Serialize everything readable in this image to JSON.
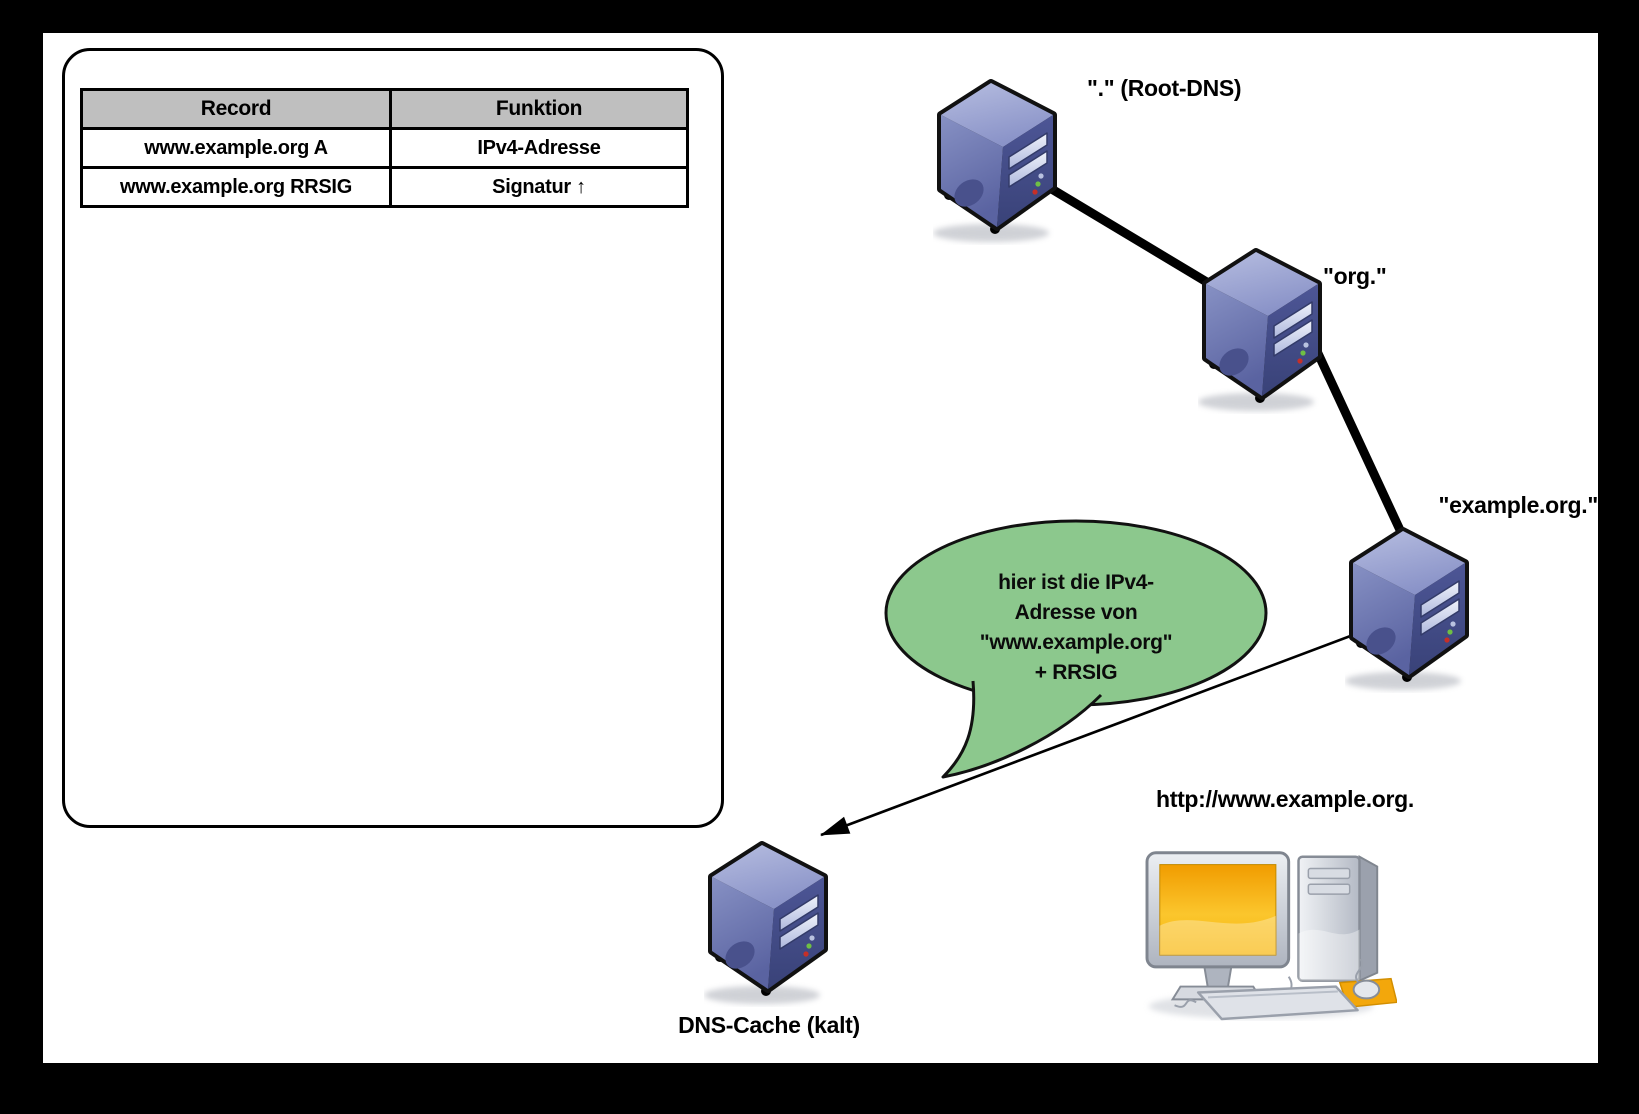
{
  "record_table": {
    "headers": [
      "Record",
      "Funktion"
    ],
    "rows": [
      [
        "www.example.org A",
        "IPv4-Adresse"
      ],
      [
        "www.example.org RRSIG",
        "Signatur ↑"
      ]
    ]
  },
  "nodes": {
    "root_dns": {
      "label": "\".\" (Root-DNS)",
      "icon": "server-icon"
    },
    "org": {
      "label": "\"org.\"",
      "icon": "server-icon"
    },
    "example_org": {
      "label": "\"example.org.\"",
      "icon": "server-icon"
    },
    "dns_cache": {
      "label": "DNS-Cache (kalt)",
      "icon": "server-icon"
    },
    "client": {
      "label": "http://www.example.org.",
      "icon": "computer-icon"
    }
  },
  "bubble": {
    "lines": [
      "hier ist die IPv4-",
      "Adresse von",
      "\"www.example.org\"",
      "+ RRSIG"
    ],
    "fill": "#8cc88d",
    "stroke": "#111111"
  },
  "connections": [
    {
      "from": "root_dns",
      "to": "org",
      "style": "thick"
    },
    {
      "from": "org",
      "to": "example_org",
      "style": "thick"
    },
    {
      "from": "example_org",
      "to": "dns_cache",
      "style": "thin-arrow"
    }
  ],
  "colors": {
    "canvas": "#ffffff",
    "frame": "#000000",
    "table_header_bg": "#bfbfbf",
    "server_front": "#6b74ad",
    "server_side": "#454e8e",
    "server_top": "#aab3d9",
    "screen_orange": "#f6a800",
    "mousepad_orange": "#f3a70b"
  }
}
